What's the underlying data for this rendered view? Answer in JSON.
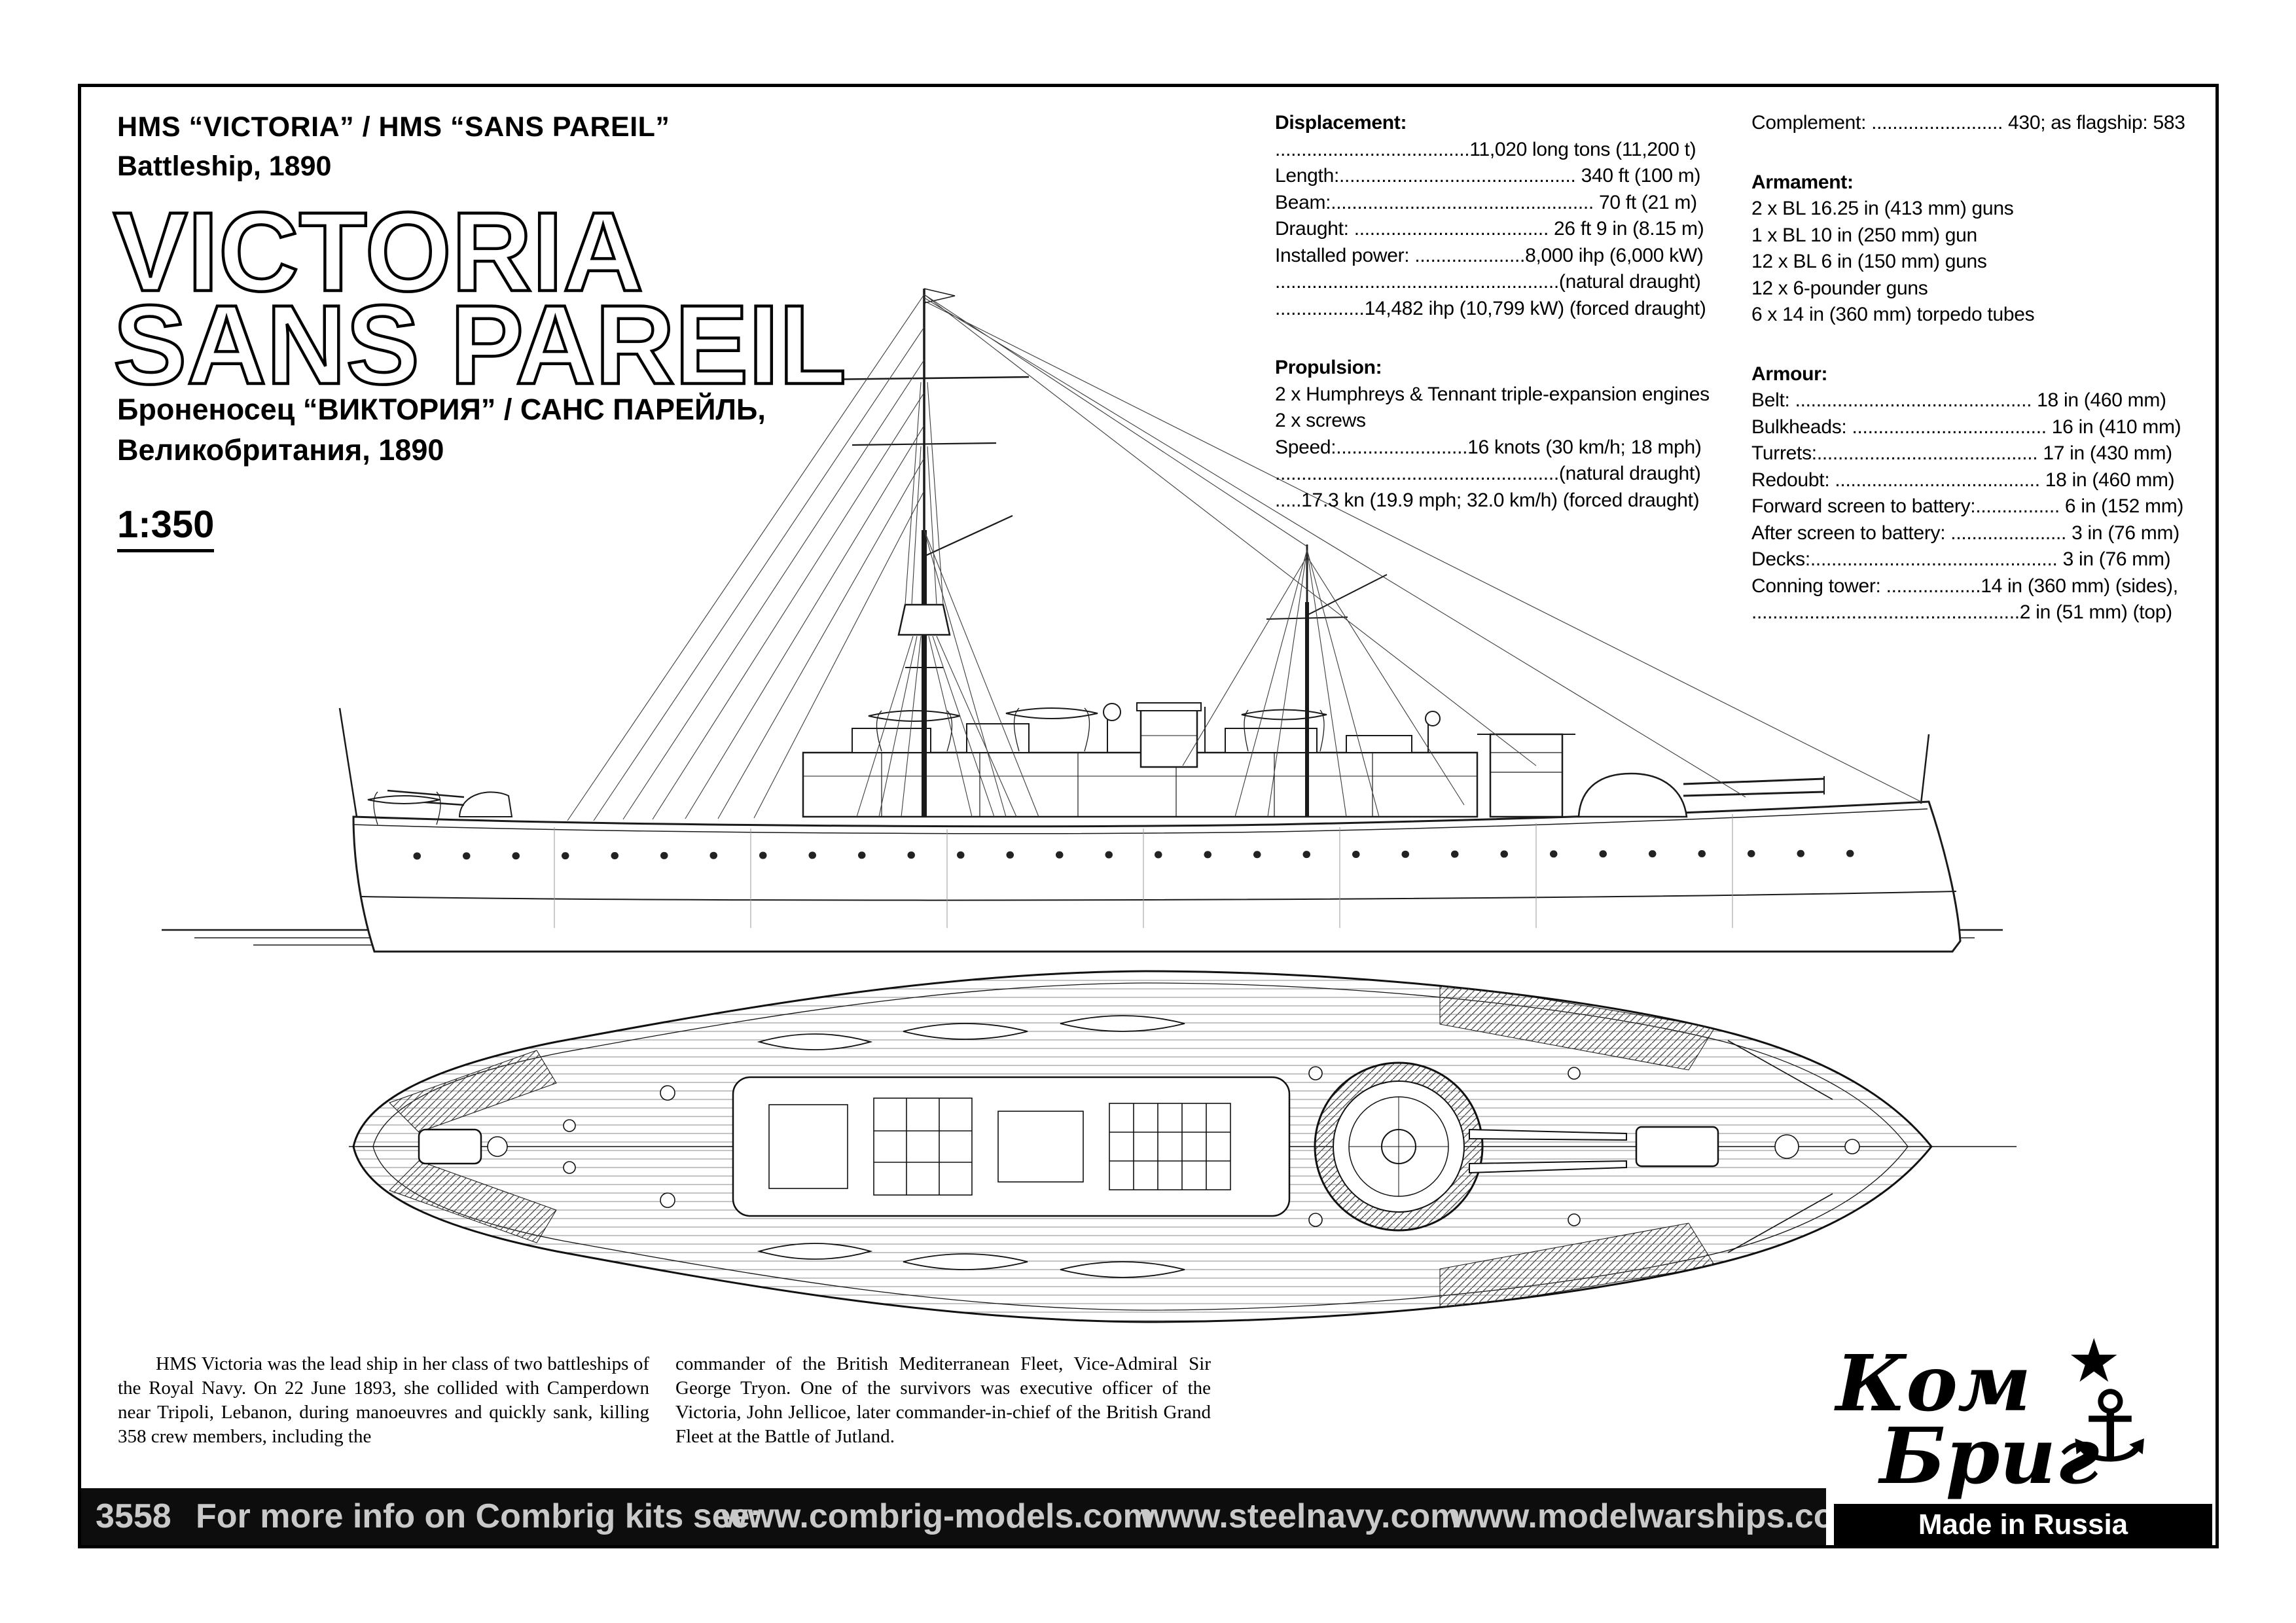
{
  "header": {
    "kicker": "HMS “VICTORIA” / HMS “SANS PAREIL”",
    "subtitle": "Battleship, 1890",
    "title_line1": "VICTORIA",
    "title_line2": "SANS PAREIL",
    "cyrillic_line1": "Броненосец “ВИКТОРИЯ” / САНС ПАРЕЙЛЬ,",
    "cyrillic_line2": "Великобритания, 1890",
    "scale": "1:350"
  },
  "specs": {
    "displacement": {
      "heading": "Displacement:",
      "lines": [
        ".....................................11,020 long tons (11,200 t)",
        "Length:............................................. 340 ft (100 m)",
        "Beam:.................................................. 70 ft (21 m)",
        "Draught: ..................................... 26 ft 9 in (8.15 m)",
        "Installed power: .....................8,000 ihp (6,000 kW)",
        "......................................................(natural draught)",
        ".................14,482 ihp (10,799 kW) (forced draught)"
      ]
    },
    "propulsion": {
      "heading": "Propulsion:",
      "lines": [
        "2 x Humphreys & Tennant triple-expansion engines",
        "2 x screws",
        "Speed:.........................16 knots (30 km/h; 18 mph)",
        "......................................................(natural draught)",
        ".....17.3 kn (19.9 mph; 32.0 km/h) (forced draught)"
      ]
    },
    "complement": "Complement: ......................... 430; as flagship: 583",
    "armament": {
      "heading": "Armament:",
      "lines": [
        "2 x BL 16.25 in (413 mm) guns",
        "1 x BL 10 in (250 mm) gun",
        "12 x BL 6 in (150 mm) guns",
        "12 x 6-pounder guns",
        "6 x 14 in (360 mm) torpedo tubes"
      ]
    },
    "armour": {
      "heading": "Armour:",
      "lines": [
        "Belt: ............................................. 18 in (460 mm)",
        "Bulkheads: ..................................... 16 in (410 mm)",
        "Turrets:.......................................... 17 in (430 mm)",
        "Redoubt: ....................................... 18 in (460 mm)",
        "Forward screen to battery:................ 6 in (152 mm)",
        "After screen to battery: ...................... 3 in (76 mm)",
        "Decks:............................................... 3 in (76 mm)",
        "Conning tower: ..................14 in (360 mm) (sides),",
        "...................................................2 in (51 mm) (top)"
      ]
    }
  },
  "history": {
    "column1": "HMS Victoria was the lead ship in her class of two battleships of the Royal Navy. On 22 June 1893, she collided with Camperdown near Tripoli, Lebanon, during manoeuvres and quickly sank, killing 358 crew members, including the",
    "column2": "commander of the British Mediterranean Fleet, Vice-Admiral Sir George Tryon. One of the survivors was executive officer of the Victoria, John Jellicoe, later commander-in-chief of the British Grand Fleet at the Battle of Jutland."
  },
  "footer": {
    "kit_number": "3558",
    "info_text": "For more info on Combrig kits see:",
    "links": [
      "www.combrig-models.com",
      "www.steelnavy.com",
      "www.modelwarships.com"
    ]
  },
  "logo": {
    "line1": "Ком",
    "line2": "Бриг",
    "made_in": "Made in Russia"
  },
  "icons": {
    "logo_star": "★",
    "logo_anchor": "⚓"
  },
  "colors": {
    "ink": "#000000",
    "footer_text": "#c9c9c9"
  }
}
